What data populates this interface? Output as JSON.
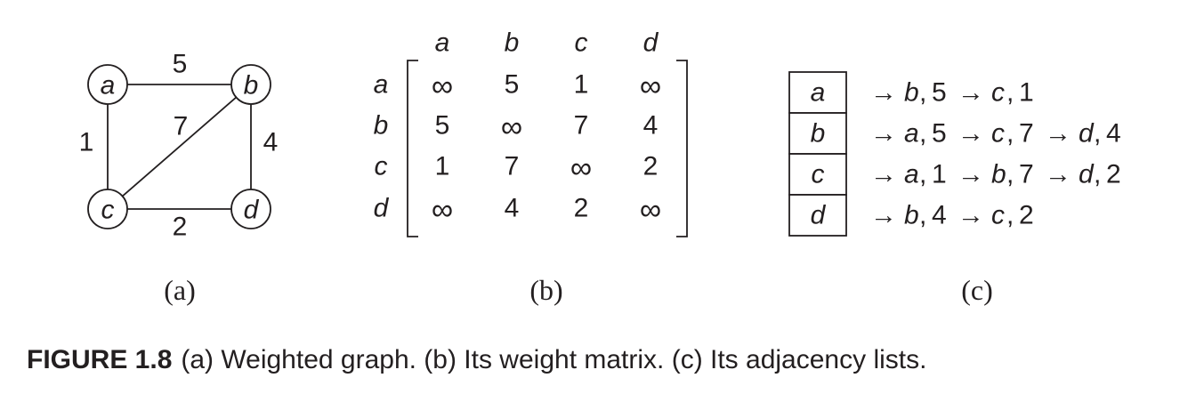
{
  "graph": {
    "nodes": [
      {
        "id": "a",
        "label": "a"
      },
      {
        "id": "b",
        "label": "b"
      },
      {
        "id": "c",
        "label": "c"
      },
      {
        "id": "d",
        "label": "d"
      }
    ],
    "edges": [
      {
        "from": "a",
        "to": "b",
        "weight": "5"
      },
      {
        "from": "a",
        "to": "c",
        "weight": "1"
      },
      {
        "from": "c",
        "to": "b",
        "weight": "7"
      },
      {
        "from": "b",
        "to": "d",
        "weight": "4"
      },
      {
        "from": "c",
        "to": "d",
        "weight": "2"
      }
    ]
  },
  "matrix": {
    "col_headers": [
      "a",
      "b",
      "c",
      "d"
    ],
    "row_headers": [
      "a",
      "b",
      "c",
      "d"
    ],
    "rows": [
      [
        "∞",
        "5",
        "1",
        "∞"
      ],
      [
        "5",
        "∞",
        "7",
        "4"
      ],
      [
        "1",
        "7",
        "∞",
        "2"
      ],
      [
        "∞",
        "4",
        "2",
        "∞"
      ]
    ]
  },
  "adjacency": {
    "vertices": [
      "a",
      "b",
      "c",
      "d"
    ],
    "lists": [
      [
        {
          "v": "b",
          "w": "5"
        },
        {
          "v": "c",
          "w": "1"
        }
      ],
      [
        {
          "v": "a",
          "w": "5"
        },
        {
          "v": "c",
          "w": "7"
        },
        {
          "v": "d",
          "w": "4"
        }
      ],
      [
        {
          "v": "a",
          "w": "1"
        },
        {
          "v": "b",
          "w": "7"
        },
        {
          "v": "d",
          "w": "2"
        }
      ],
      [
        {
          "v": "b",
          "w": "4"
        },
        {
          "v": "c",
          "w": "2"
        }
      ]
    ]
  },
  "panels": {
    "a": "(a)",
    "b": "(b)",
    "c": "(c)"
  },
  "caption": {
    "figure": "FIGURE 1.8",
    "text": "(a) Weighted graph. (b) Its weight matrix. (c) Its adjacency lists."
  }
}
